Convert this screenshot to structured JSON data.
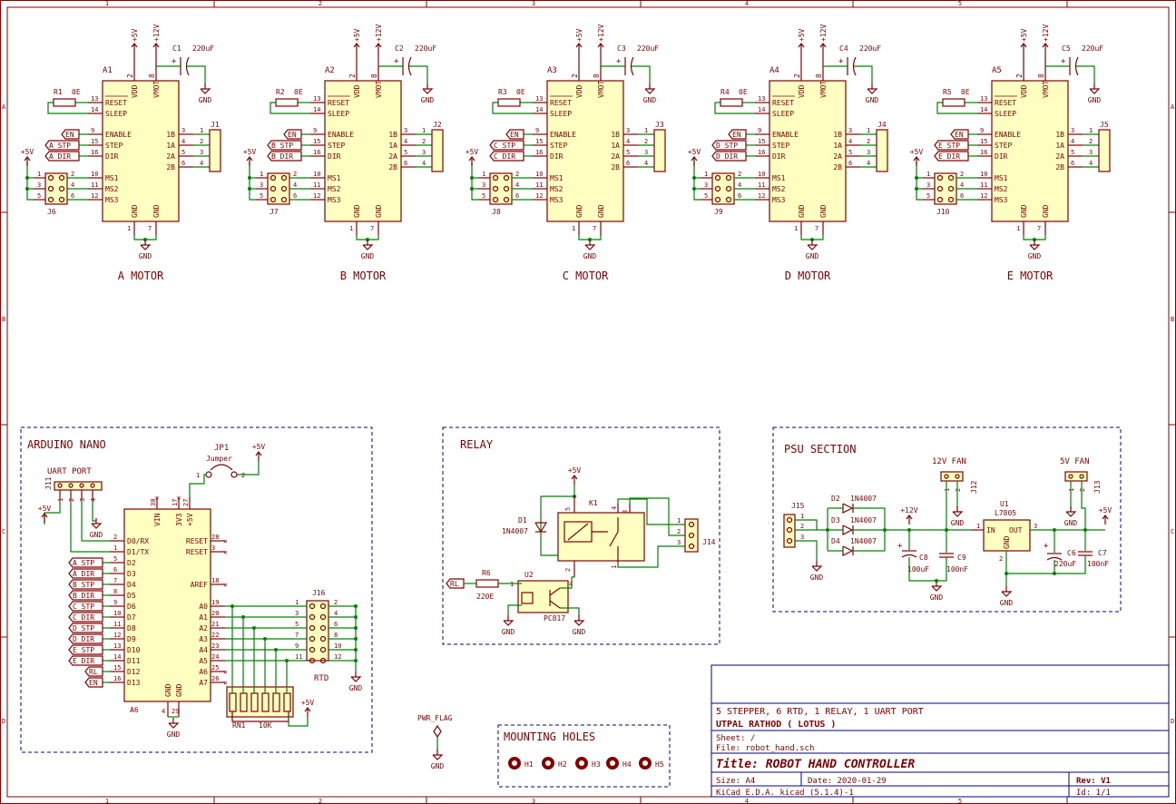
{
  "frame": {
    "columns": [
      "1",
      "2",
      "3",
      "4",
      "5"
    ],
    "rows": [
      "A",
      "B",
      "C",
      "D"
    ]
  },
  "motors": [
    {
      "ref": "A1",
      "name": "A MOTOR",
      "res": "R1",
      "stp": "A_STP",
      "dir": "A_DIR",
      "cap": "C1",
      "conn": "J1",
      "jmp": "J6"
    },
    {
      "ref": "A2",
      "name": "B MOTOR",
      "res": "R2",
      "stp": "B_STP",
      "dir": "B_DIR",
      "cap": "C2",
      "conn": "J2",
      "jmp": "J7"
    },
    {
      "ref": "A3",
      "name": "C MOTOR",
      "res": "R3",
      "stp": "C_STP",
      "dir": "C_DIR",
      "cap": "C3",
      "conn": "J3",
      "jmp": "J8"
    },
    {
      "ref": "A4",
      "name": "D MOTOR",
      "res": "R4",
      "stp": "D_STP",
      "dir": "D_DIR",
      "cap": "C4",
      "conn": "J4",
      "jmp": "J9"
    },
    {
      "ref": "A5",
      "name": "E MOTOR",
      "res": "R5",
      "stp": "E_STP",
      "dir": "E_DIR",
      "cap": "C5",
      "conn": "J5",
      "jmp": "J10"
    }
  ],
  "driver": {
    "res_value": "0E",
    "cap_value": "220uF",
    "pwr1": "+5V",
    "pwr2": "+12V",
    "gnd": "GND",
    "en": "EN",
    "pins_left": [
      "RESET",
      "SLEEP",
      "ENABLE",
      "STEP",
      "DIR",
      "MS1",
      "MS2",
      "MS3"
    ],
    "pins_right": [
      "1B",
      "1A",
      "2A",
      "2B"
    ],
    "pins_top": [
      "VDD",
      "VMOT"
    ],
    "pins_bottom": [
      "GND",
      "GND"
    ],
    "pn_left": [
      "13",
      "14",
      "9",
      "15",
      "16",
      "10",
      "11",
      "12"
    ],
    "pn_right": [
      "3",
      "4",
      "5",
      "6"
    ],
    "pn_top": [
      "2",
      "8"
    ],
    "pn_bottom": [
      "1",
      "7"
    ],
    "conn_pins": [
      "1",
      "2",
      "3",
      "4"
    ],
    "jmp_left": [
      "1",
      "3",
      "5"
    ],
    "jmp_right": [
      "2",
      "4",
      "6"
    ]
  },
  "arduino": {
    "title": "ARDUINO NANO",
    "ref": "A6",
    "uart_title": "UART PORT",
    "uart_ref": "J11",
    "uart_pins": [
      "1",
      "2",
      "3",
      "4"
    ],
    "jumper_ref": "JP1",
    "jumper_val": "Jumper",
    "jp_pin1": "1",
    "jp_pin2": "2",
    "top_pins": [
      "VIN",
      "3V3",
      "+5V"
    ],
    "top_nums": [
      "30",
      "17",
      "27"
    ],
    "left_pins": [
      "D0/RX",
      "D1/TX",
      "D2",
      "D3",
      "D4",
      "D5",
      "D6",
      "D7",
      "D8",
      "D9",
      "D10",
      "D11",
      "D12",
      "D13"
    ],
    "left_nums": [
      "2",
      "1",
      "5",
      "6",
      "7",
      "8",
      "9",
      "10",
      "11",
      "12",
      "13",
      "14",
      "15",
      "16"
    ],
    "right_pins": [
      "RESET",
      "RESET",
      "AREF",
      "A0",
      "A1",
      "A2",
      "A3",
      "A4",
      "A5",
      "A6",
      "A7"
    ],
    "right_nums": [
      "28",
      "3",
      "18",
      "19",
      "20",
      "21",
      "22",
      "23",
      "24",
      "25",
      "26"
    ],
    "bottom_pins": [
      "GND",
      "GND"
    ],
    "bottom_nums": [
      "4",
      "29"
    ],
    "net_labels": [
      "A_STP",
      "A_DIR",
      "B_STP",
      "B_DIR",
      "C_STP",
      "C_DIR",
      "D_STP",
      "D_DIR",
      "E_STP",
      "E_DIR",
      "RL",
      "EN"
    ],
    "rtd_ref": "J16",
    "rtd_name": "RTD",
    "rtd_left": [
      "1",
      "3",
      "5",
      "7",
      "9",
      "11"
    ],
    "rtd_right": [
      "2",
      "4",
      "6",
      "8",
      "10",
      "12"
    ],
    "rn_ref": "RN1",
    "rn_val": "10K",
    "p5": "+5V",
    "gnd": "GND"
  },
  "relay": {
    "title": "RELAY",
    "d_ref": "D1",
    "d_val": "1N4007",
    "k_ref": "K1",
    "u_ref": "U2",
    "u_val": "PC817",
    "r_ref": "R6",
    "r_val": "220E",
    "net": "RL",
    "j_ref": "J14",
    "j_pins": [
      "1",
      "2",
      "3"
    ],
    "p5": "+5V",
    "gnd": "GND",
    "k_pins": [
      "5",
      "2",
      "3",
      "4",
      "1"
    ],
    "u_pins": [
      "1",
      "2",
      "3",
      "4"
    ]
  },
  "psu": {
    "title": "PSU SECTION",
    "j_in": "J15",
    "j_in_pins": [
      "1",
      "2",
      "3"
    ],
    "diodes": [
      "D2",
      "D3",
      "D4"
    ],
    "d_val": "1N4007",
    "p12": "+12V",
    "p5": "+5V",
    "c8": "C8",
    "c8v": "100uF",
    "c9": "C9",
    "c9v": "100nF",
    "u1": "U1",
    "u1v": "L7805",
    "in": "IN",
    "out": "OUT",
    "gnd_pin": "GND",
    "u_pins": [
      "1",
      "2",
      "3"
    ],
    "c6": "C6",
    "c6v": "220uF",
    "c7": "C7",
    "c7v": "100nF",
    "fan12": "12V FAN",
    "j12": "J12",
    "fan5": "5V FAN",
    "j13": "J13",
    "fan_pins": [
      "1",
      "2"
    ],
    "gnd": "GND"
  },
  "mounting": {
    "title": "MOUNTING HOLES",
    "holes": [
      "H1",
      "H2",
      "H3",
      "H4",
      "H5"
    ]
  },
  "pwr_flag": {
    "label": "PWR_FLAG",
    "gnd": "GND"
  },
  "title_block": {
    "comment": "5 STEPPER, 6 RTD, 1 RELAY, 1 UART PORT",
    "company": "UTPAL RATHOD ( LOTUS )",
    "sheet": "Sheet: /",
    "file": "File: robot_hand.sch",
    "title": "Title: ROBOT HAND CONTROLLER",
    "size": "Size: A4",
    "date": "Date: 2020-01-29",
    "rev": "Rev: V1",
    "tool": "KiCad E.D.A.  kicad (5.1.4)-1",
    "id": "Id: 1/1"
  }
}
